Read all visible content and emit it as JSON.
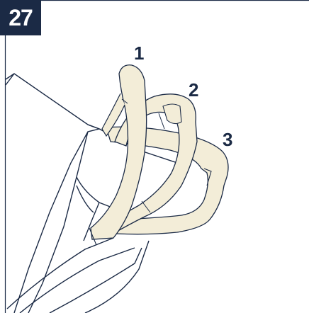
{
  "step": {
    "number": "27"
  },
  "callouts": {
    "c1": "1",
    "c2": "2",
    "c3": "3"
  },
  "colors": {
    "badge_bg": "#1b2a45",
    "handle_fill": "#f3edd8",
    "line": "#1b2a45"
  }
}
